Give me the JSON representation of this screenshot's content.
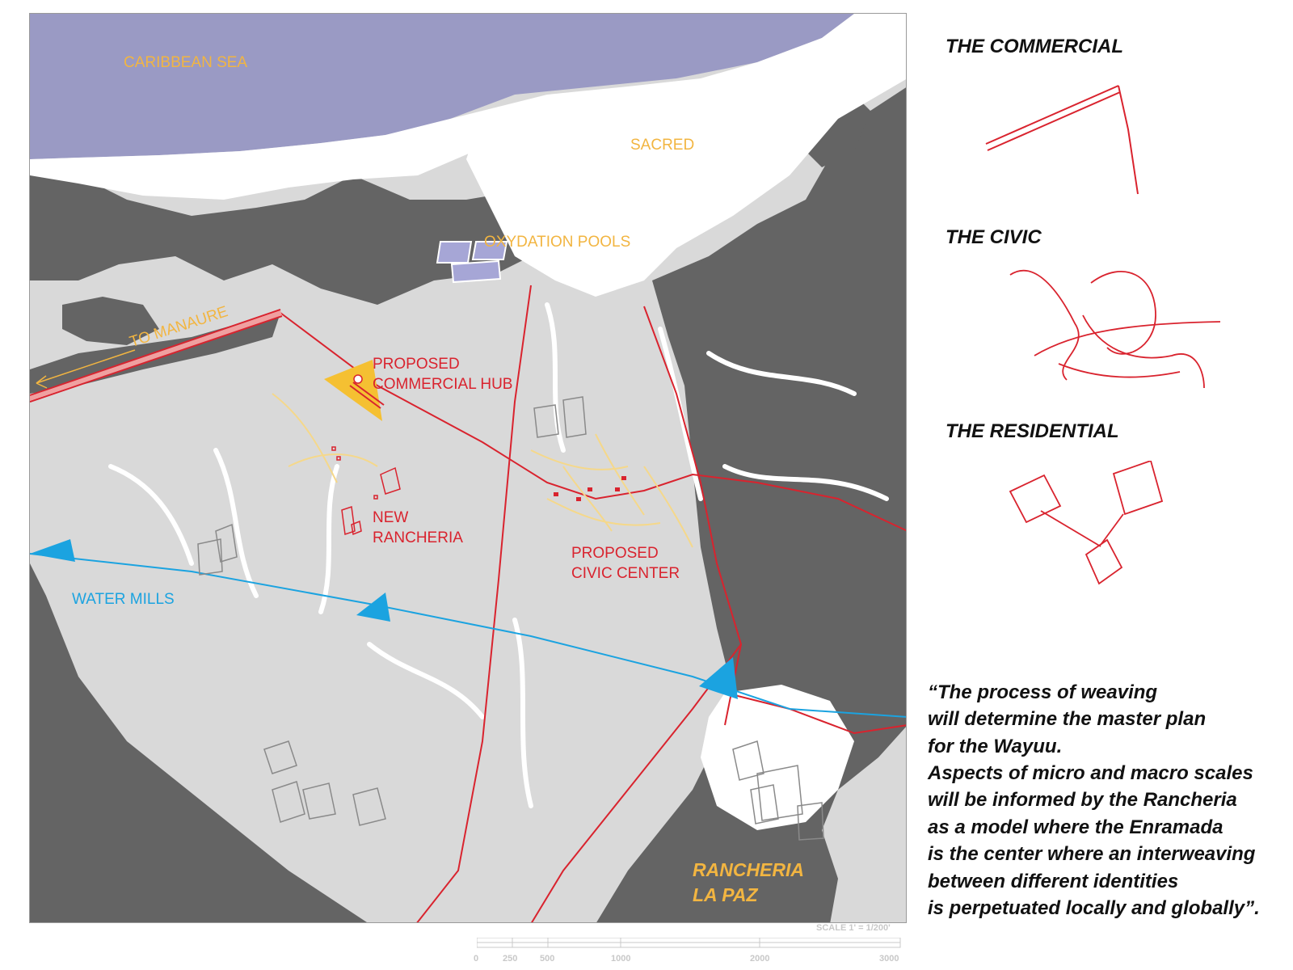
{
  "map": {
    "labels": {
      "sea": "CARIBBEAN SEA",
      "sacred": "SACRED",
      "pools": "OXYDATION POOLS",
      "to_manaure": "TO MANAURE",
      "commercial_hub": "PROPOSED\nCOMMERCIAL HUB",
      "new_rancheria": "NEW\nRANCHERIA",
      "civic_center": "PROPOSED\nCIVIC CENTER",
      "water_mills": "WATER MILLS",
      "la_paz": "RANCHERIA\nLA PAZ"
    },
    "colors": {
      "sea": "#9a9ac4",
      "dark_land": "#646464",
      "light_land": "#d9d9d9",
      "roads": "#d9232e",
      "water": "#1ba3e0",
      "hub_fill": "#f5c032",
      "paths": "#f5d88a"
    },
    "scale": {
      "caption": "SCALE  1' = 1/200'",
      "ticks": [
        "0",
        "250",
        "500",
        "1000",
        "2000",
        "3000"
      ]
    }
  },
  "legend": {
    "commercial": "THE COMMERCIAL",
    "civic": "THE CIVIC",
    "residential": "THE RESIDENTIAL"
  },
  "quote": "“The process of weaving\n will determine the master plan\nfor the Wayuu.\nAspects of micro and macro scales\nwill be informed by the Rancheria\nas a model where the Enramada\nis the center where an interweaving\nbetween different identities\nis perpetuated locally and globally”."
}
